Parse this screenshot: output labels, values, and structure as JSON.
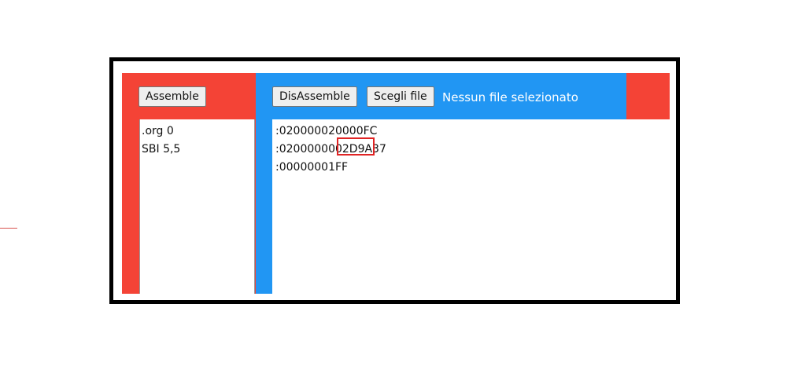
{
  "assembler": {
    "assemble_label": "Assemble",
    "source_code": ".org 0\nSBI 5,5"
  },
  "disassembler": {
    "disassemble_label": "DisAssemble",
    "choose_file_label": "Scegli file",
    "file_status": "Nessun file selezionato",
    "hex_output": ":020000020000FC\n:0200000002D9A37\n:00000001FF"
  },
  "colors": {
    "left_panel": "#f44336",
    "right_panel": "#2196f3",
    "highlight": "#e02424",
    "frame": "#000000"
  },
  "annotation": {
    "highlighted_text": "2D9A"
  }
}
